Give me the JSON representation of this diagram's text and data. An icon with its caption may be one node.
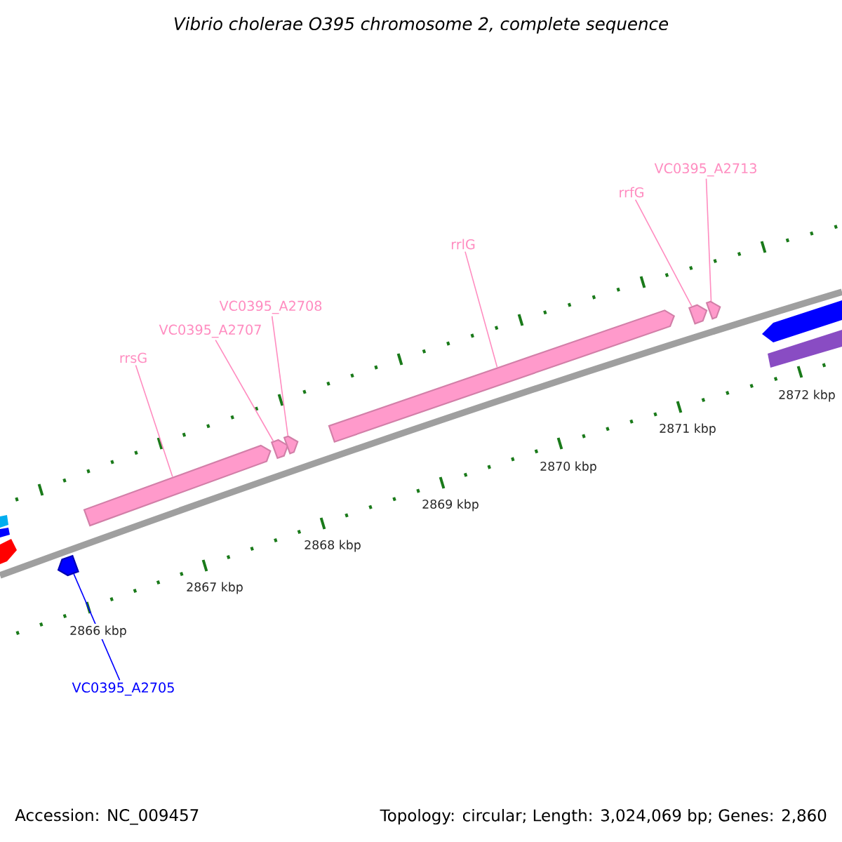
{
  "diagram": {
    "title": "Vibrio cholerae O395 chromosome 2, complete sequence",
    "nodes": [
      {
        "text": [
          "rrsG"
        ]
      },
      {
        "text": [
          "VC0395_A2707"
        ]
      },
      {
        "text": [
          "VC0395_A2708"
        ]
      },
      {
        "text": [
          "rrlG"
        ]
      },
      {
        "text": [
          "rrfG"
        ]
      },
      {
        "text": [
          "VC0395_A2713"
        ]
      },
      {
        "text": [
          "VC0395_A2705"
        ]
      },
      {
        "text": [],
        "shape": "arrow"
      },
      {
        "text": [],
        "shape": "arrow"
      },
      {
        "text": [],
        "shape": "arrow"
      },
      {
        "text": [],
        "shape": "arrow"
      },
      {
        "text": [],
        "shape": "arrow"
      },
      {
        "text": [],
        "shape": "arrow"
      },
      {
        "text": [],
        "shape": "arrow"
      }
    ],
    "edges": [
      {
        "from": 0,
        "to": 7,
        "arrow": "none"
      },
      {
        "from": 1,
        "to": 8,
        "arrow": "none"
      },
      {
        "from": 2,
        "to": 9,
        "arrow": "none"
      },
      {
        "from": 3,
        "to": 10,
        "arrow": "none"
      },
      {
        "from": 4,
        "to": 11,
        "arrow": "none"
      },
      {
        "from": 5,
        "to": 12,
        "arrow": "none"
      },
      {
        "from": 6,
        "to": 13,
        "arrow": "none",
        "color": "#0000ff"
      }
    ],
    "labels": [
      "2866 kbp",
      "2867 kbp",
      "2868 kbp",
      "2869 kbp",
      "2870 kbp",
      "2871 kbp",
      "2872 kbp",
      "Accession: NC_009457",
      "Topology: circular; Length: 3,024,069 bp; Genes: 2,860"
    ]
  }
}
